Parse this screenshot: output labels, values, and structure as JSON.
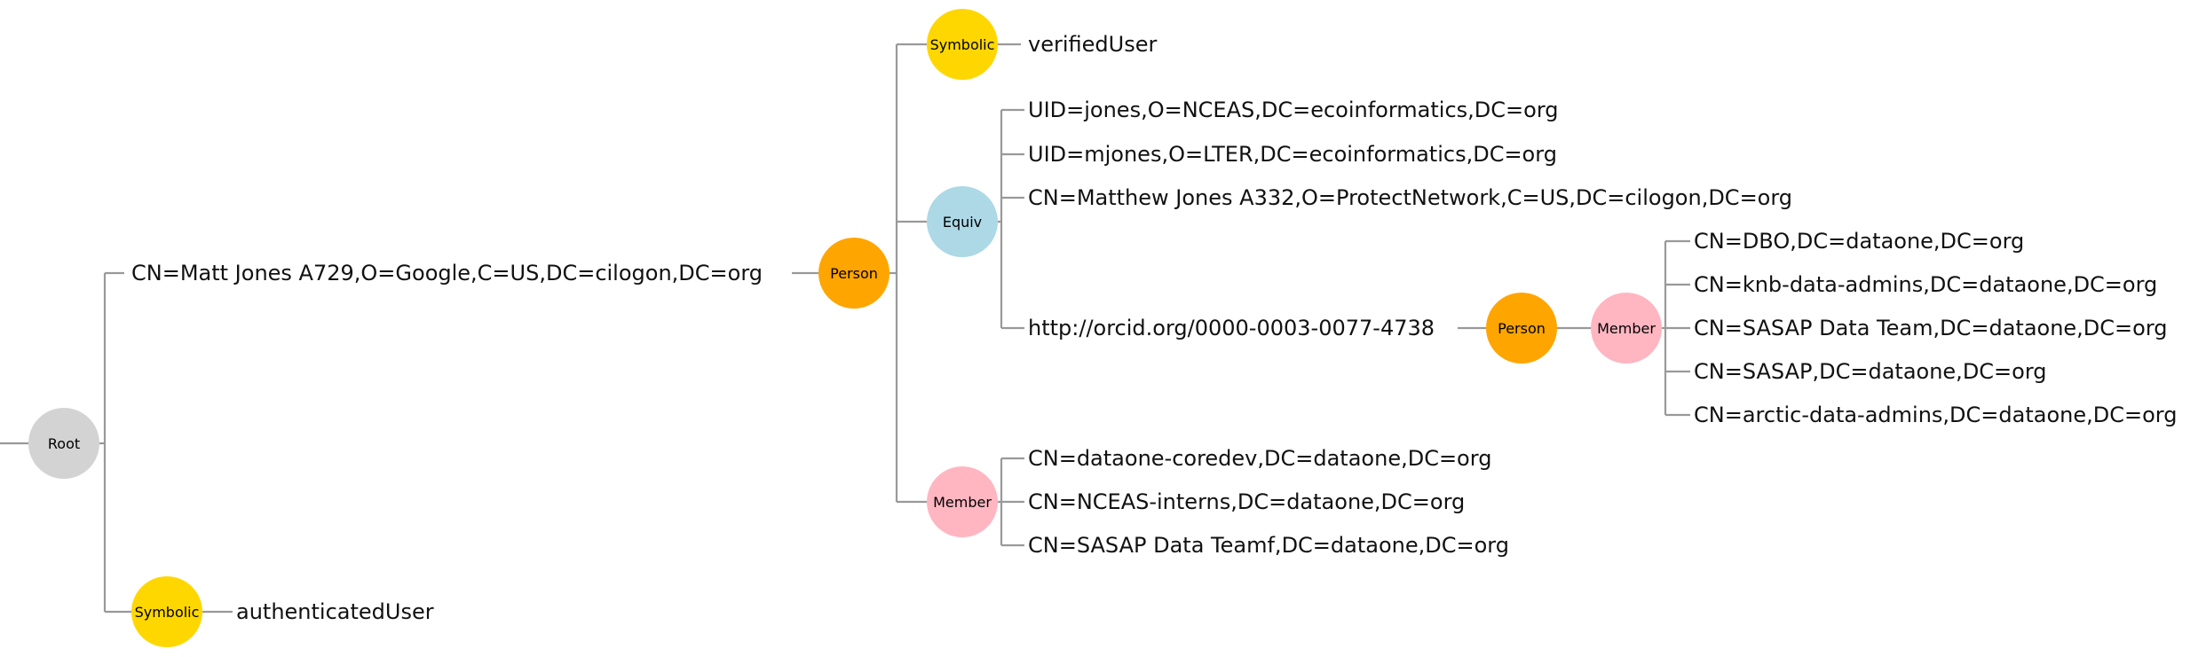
{
  "diagram": {
    "colors": {
      "root": "#d3d3d3",
      "person": "#ffa500",
      "symbolic": "#ffd700",
      "equiv": "#add8e6",
      "member": "#ffb6c1",
      "edge": "#999999"
    },
    "nodes": {
      "root": {
        "label": "Root",
        "icon": "circle-node"
      },
      "matt_google": {
        "text": "CN=Matt Jones A729,O=Google,C=US,DC=cilogon,DC=org"
      },
      "person_1": {
        "label": "Person",
        "icon": "circle-node"
      },
      "symbolic_verified": {
        "label": "Symbolic",
        "icon": "circle-node"
      },
      "verified_user": {
        "text": "verifiedUser"
      },
      "equiv": {
        "label": "Equiv",
        "icon": "circle-node"
      },
      "equiv_ids": [
        "UID=jones,O=NCEAS,DC=ecoinformatics,DC=org",
        "UID=mjones,O=LTER,DC=ecoinformatics,DC=org",
        "CN=Matthew Jones A332,O=ProtectNetwork,C=US,DC=cilogon,DC=org",
        "http://orcid.org/0000-0003-0077-4738"
      ],
      "person_2": {
        "label": "Person",
        "icon": "circle-node"
      },
      "member_2": {
        "label": "Member",
        "icon": "circle-node"
      },
      "member_2_groups": [
        "CN=DBO,DC=dataone,DC=org",
        "CN=knb-data-admins,DC=dataone,DC=org",
        "CN=SASAP Data Team,DC=dataone,DC=org",
        "CN=SASAP,DC=dataone,DC=org",
        "CN=arctic-data-admins,DC=dataone,DC=org"
      ],
      "member_1": {
        "label": "Member",
        "icon": "circle-node"
      },
      "member_1_groups": [
        "CN=dataone-coredev,DC=dataone,DC=org",
        "CN=NCEAS-interns,DC=dataone,DC=org",
        "CN=SASAP Data Teamf,DC=dataone,DC=org"
      ],
      "symbolic_auth": {
        "label": "Symbolic",
        "icon": "circle-node"
      },
      "authenticated_user": {
        "text": "authenticatedUser"
      }
    }
  }
}
